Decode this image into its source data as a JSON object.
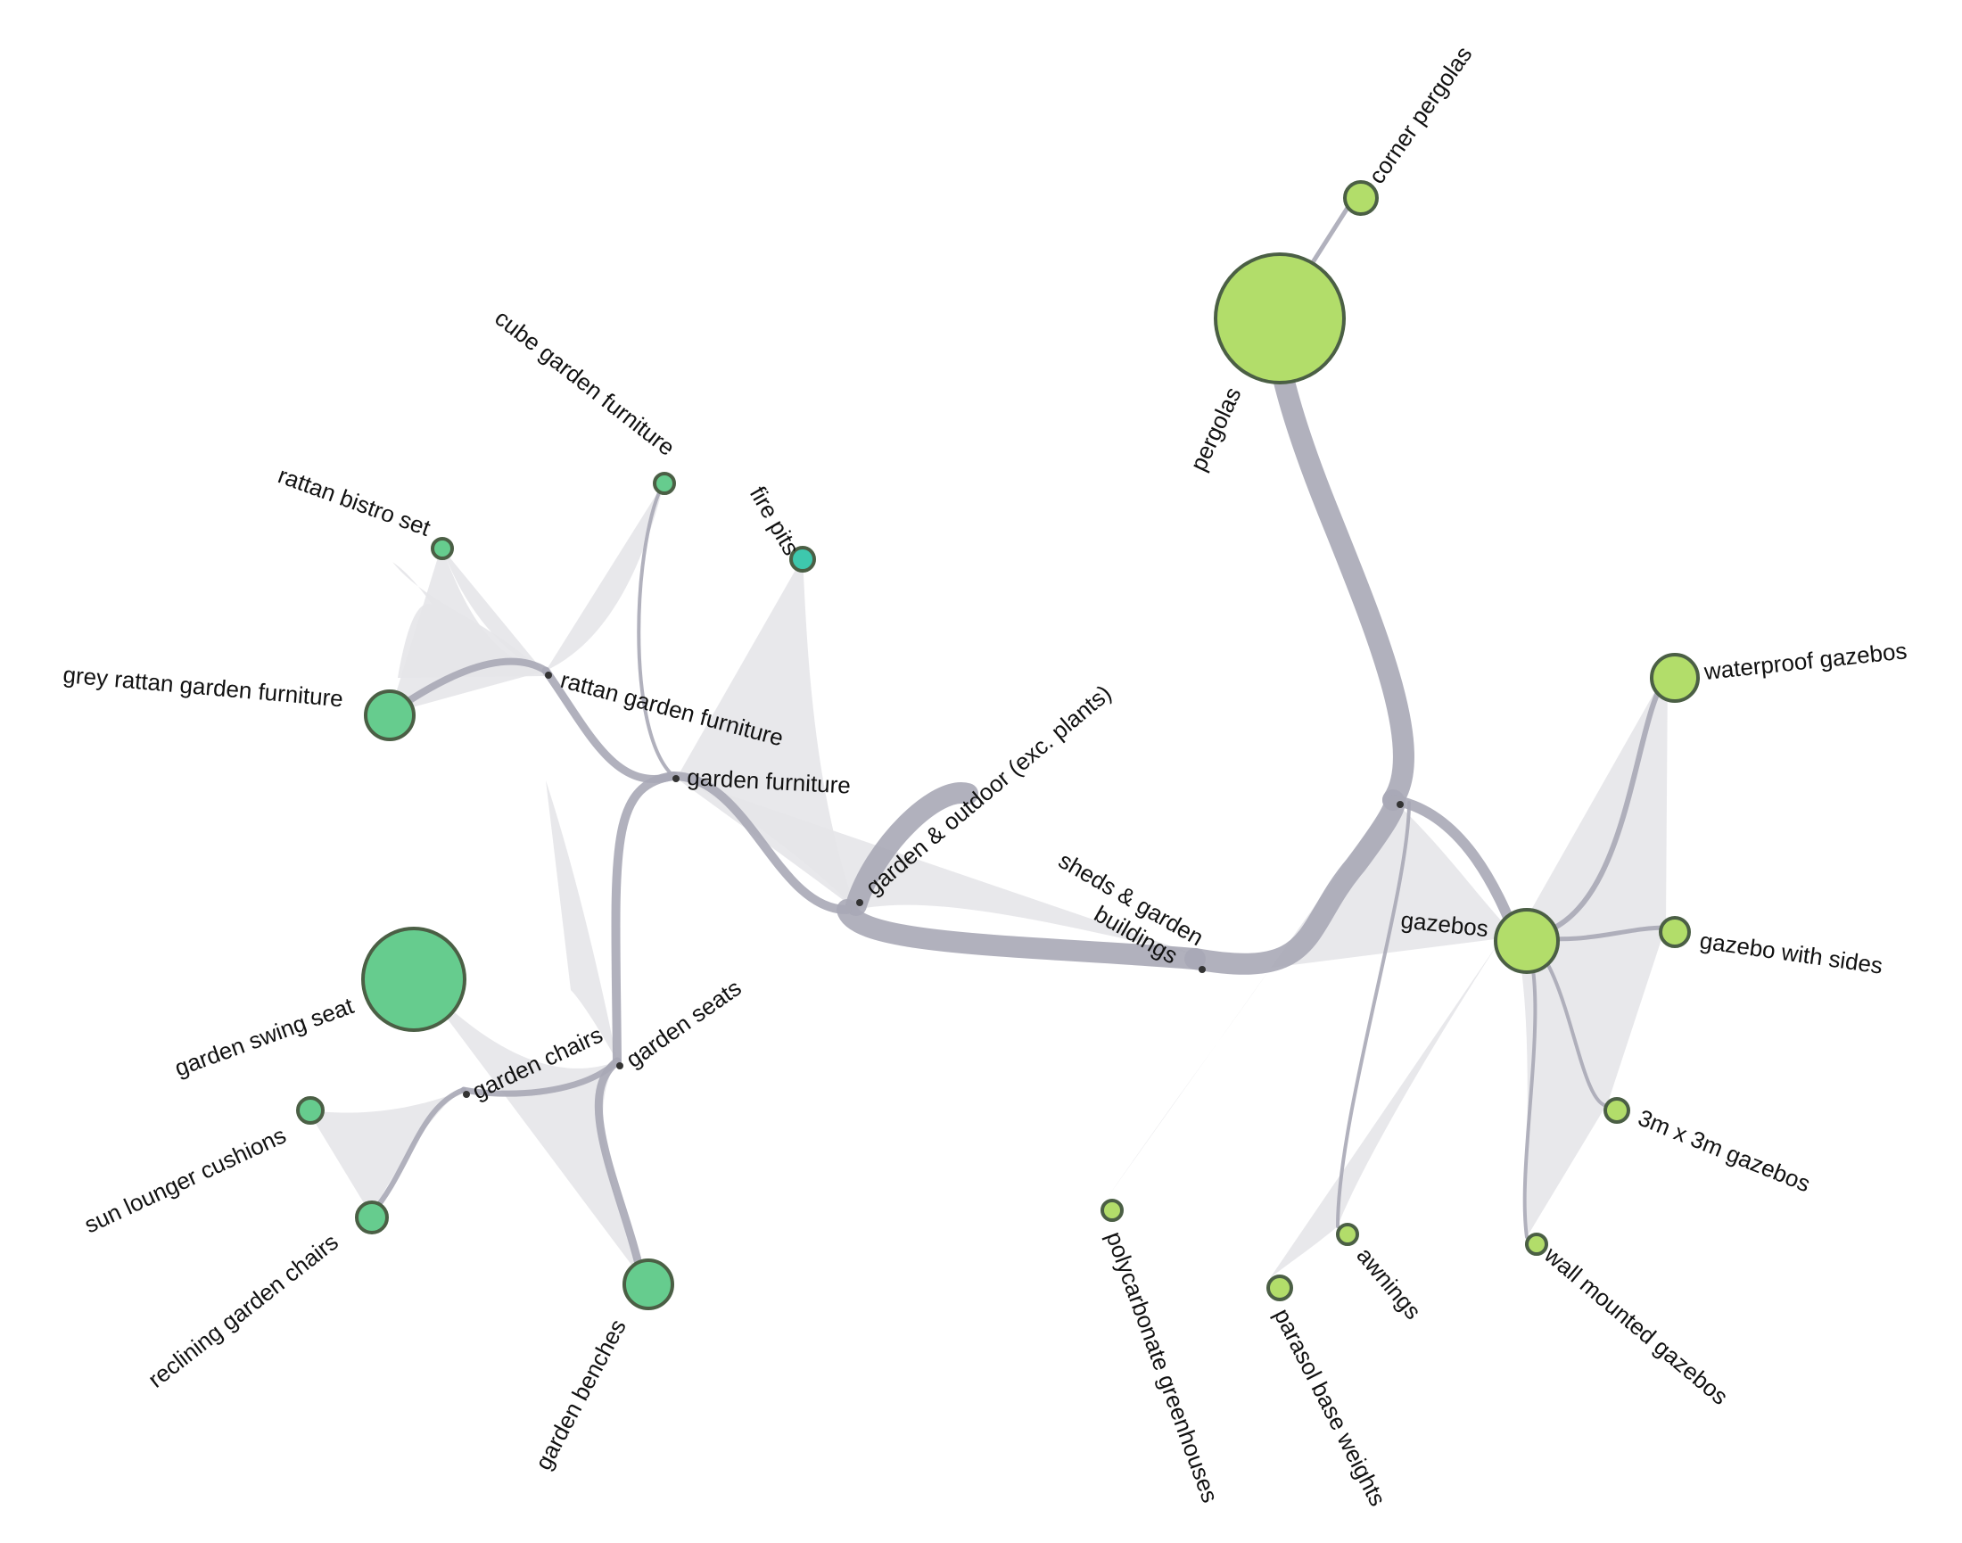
{
  "diagram": {
    "hubs": {
      "root": "garden & outdoor (exc. plants)",
      "furniture": "garden furniture",
      "rattan": "rattan garden furniture",
      "seats": "garden seats",
      "chairs": "garden chairs",
      "sheds_line1": "sheds & garden",
      "sheds_line2": "buildings",
      "gazebos": "gazebos",
      "pergolas": "pergolas"
    },
    "leaves": {
      "cube": "cube garden furniture",
      "bistro": "rattan bistro set",
      "grey_rattan": "grey rattan garden furniture",
      "fire_pits": "fire pits",
      "swing": "garden swing seat",
      "cushions": "sun lounger cushions",
      "reclining": "reclining garden chairs",
      "benches": "garden benches",
      "corner_pergolas": "corner pergolas",
      "polycarbonate": "polycarbonate greenhouses",
      "parasol": "parasol base weights",
      "awnings": "awnings",
      "waterproof": "waterproof gazebos",
      "sides": "gazebo with sides",
      "3m": "3m x 3m gazebos",
      "wall": "wall mounted gazebos"
    },
    "colors": {
      "furniture_group": "#66cc8e",
      "buildings_group": "#b2dd6a",
      "fire_pits": "#3ec8ad",
      "edge": "#a9a8b6",
      "fan": "#e6e6e9",
      "outline": "#4b5f45"
    }
  }
}
